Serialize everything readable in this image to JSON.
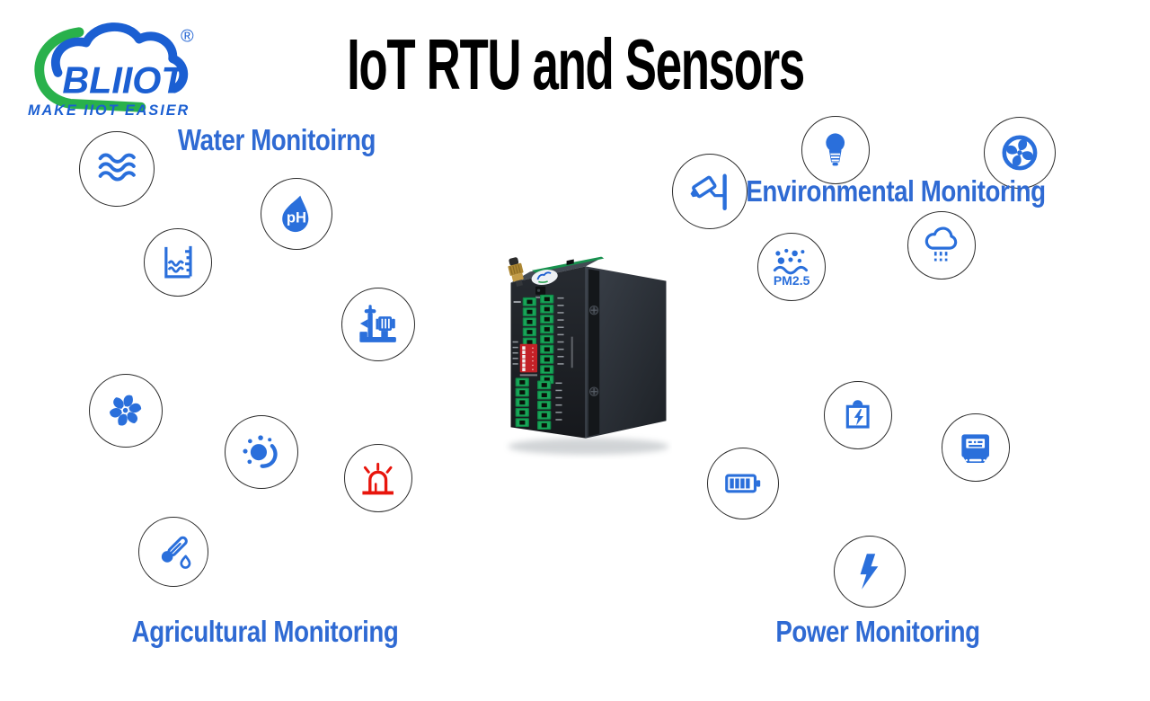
{
  "page": {
    "background": "#ffffff",
    "kind": "IoT product infographic"
  },
  "logo": {
    "brand": "BLIIOT",
    "tagline": "MAKE IIOT EASIER",
    "registered_mark": "®"
  },
  "title": {
    "text": "IoT RTU and Sensors"
  },
  "groups": {
    "water": {
      "label": "Water Monitoirng",
      "icons": [
        "waves-icon",
        "ph-icon",
        "water-level-icon",
        "water-pump-icon"
      ]
    },
    "environmental": {
      "label": "Environmental Monitoring",
      "icons": [
        "cctv-camera-icon",
        "light-bulb-icon",
        "fan-icon",
        "pm25-icon",
        "rain-cloud-icon"
      ]
    },
    "agricultural": {
      "label": "Agricultural Monitoring",
      "icons": [
        "impeller-icon",
        "sun-icon",
        "alarm-icon",
        "thermometer-humidity-icon"
      ]
    },
    "power": {
      "label": "Power Monitoring",
      "icons": [
        "battery-charging-icon",
        "energy-meter-icon",
        "battery-level-icon",
        "lightning-icon"
      ]
    }
  },
  "icon_texts": {
    "ph": "pH",
    "pm25": "PM2.5"
  },
  "device_image": {
    "description": "Black industrial IoT RTU with gold SMA antenna connector, green screw terminal blocks and red DIP switches",
    "brand_sticker": "BLIIOT"
  },
  "colors": {
    "icon_blue": "#2a6fdb",
    "label_blue": "#2f6ad3",
    "alarm_red": "#e8150c",
    "title_black": "#000000",
    "logo_blue": "#1b5fd2",
    "logo_green": "#29b14b",
    "circle_border": "#2b2b2b",
    "terminal_green": "#18a558",
    "dip_red": "#c42127"
  }
}
